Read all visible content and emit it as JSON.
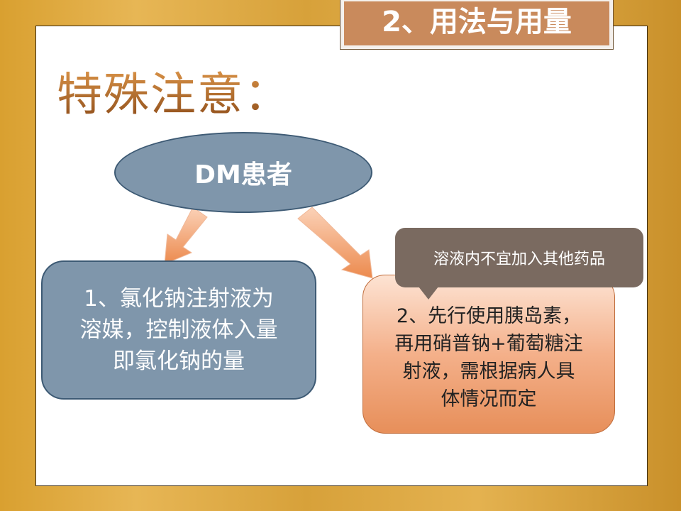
{
  "section_title": "2、用法与用量",
  "heading": "特殊注意：",
  "root_node": "DM患者",
  "left_box": {
    "lines": [
      "1、氯化钠注射液为",
      "溶媒，控制液体入量",
      "即氯化钠的量"
    ]
  },
  "right_box": {
    "lines": [
      "2、先行使用胰岛素，",
      "再用硝普钠+葡萄糖注",
      "射液，需根据病人具",
      "体情况而定"
    ]
  },
  "callout": "溶液内不宜加入其他药品",
  "colors": {
    "node_blue": "#7f96ab",
    "title_fill": "#c98a5c",
    "callout": "#7a6a60",
    "arrow": "#f0945a"
  }
}
